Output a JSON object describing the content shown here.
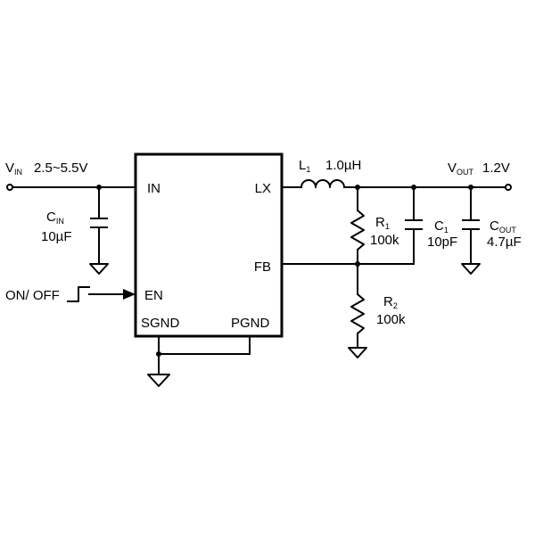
{
  "vin": {
    "label": "V",
    "sub": "IN",
    "range": "2.5~5.5V"
  },
  "vout": {
    "label": "V",
    "sub": "OUT",
    "value": "1.2V"
  },
  "ic": {
    "pins": {
      "in": "IN",
      "lx": "LX",
      "fb": "FB",
      "en": "EN",
      "sgnd": "SGND",
      "pgnd": "PGND"
    }
  },
  "cin": {
    "label": "C",
    "sub": "IN",
    "value": "10µF"
  },
  "l1": {
    "label": "L",
    "sub": "1",
    "value": "1.0µH"
  },
  "r1": {
    "label": "R",
    "sub": "1",
    "value": "100k"
  },
  "r2": {
    "label": "R",
    "sub": "2",
    "value": "100k"
  },
  "c1": {
    "label": "C",
    "sub": "1",
    "value": "10pF"
  },
  "cout": {
    "label": "C",
    "sub": "OUT",
    "value": "4.7µF"
  },
  "en_signal": {
    "label": "ON/ OFF"
  }
}
